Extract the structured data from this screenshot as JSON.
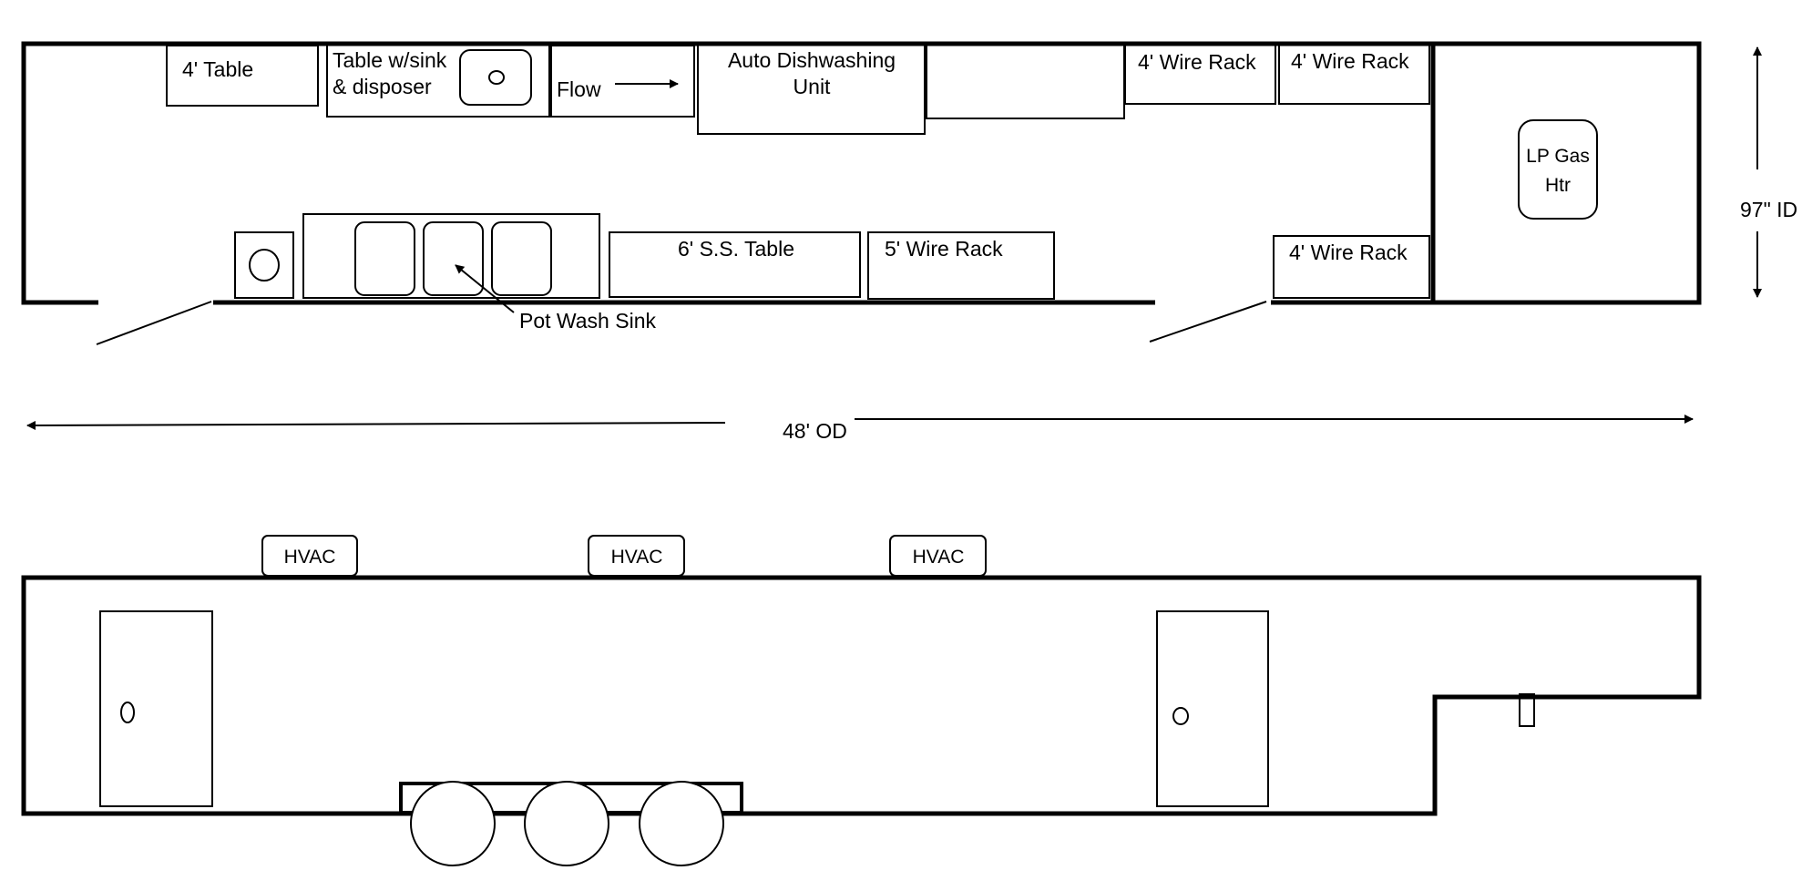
{
  "plan": {
    "labels": {
      "table_4ft": "4' Table",
      "table_sink_line1": "Table w/sink",
      "table_sink_line2": "& disposer",
      "flow": "Flow",
      "dishwasher_line1": "Auto Dishwashing",
      "dishwasher_line2": "Unit",
      "wire_rack_top_1": "4' Wire Rack",
      "wire_rack_top_2": "4' Wire Rack",
      "wire_rack_lower": "4' Wire Rack",
      "lp_line1": "LP Gas",
      "lp_line2": "Htr",
      "table_6ft": "6' S.S. Table",
      "wire_rack_5ft": "5' Wire Rack",
      "pot_wash_sink": "Pot Wash Sink"
    }
  },
  "dimensions": {
    "width_label": "97\" ID",
    "length_label": "48' OD"
  },
  "elevation": {
    "hvac_units": [
      "HVAC",
      "HVAC",
      "HVAC"
    ]
  }
}
